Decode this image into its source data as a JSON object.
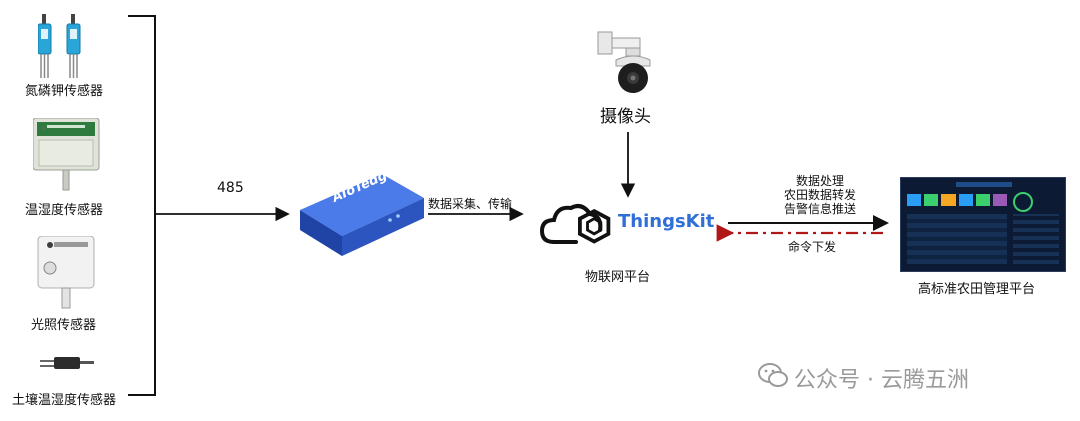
{
  "sensors": [
    {
      "label": "氮磷钾传感器"
    },
    {
      "label": "温湿度传感器"
    },
    {
      "label": "光照传感器"
    },
    {
      "label": "土壤温湿度传感器"
    }
  ],
  "bus_label": "485",
  "gateway": {
    "name": "AIoTedge"
  },
  "link_label": "数据采集、传输",
  "camera": {
    "label": "摄像头"
  },
  "platform": {
    "name": "ThingsKit",
    "label": "物联网平台"
  },
  "forward_lines": [
    "数据处理",
    "农田数据转发",
    "告警信息推送"
  ],
  "command_label": "命令下发",
  "dashboard": {
    "label": "高标准农田管理平台"
  },
  "watermark": "公众号 · 云腾五洲",
  "colors": {
    "brand": "#2f6fd6",
    "arrow_back": "#b01818",
    "gateway": "#2d56c8"
  }
}
